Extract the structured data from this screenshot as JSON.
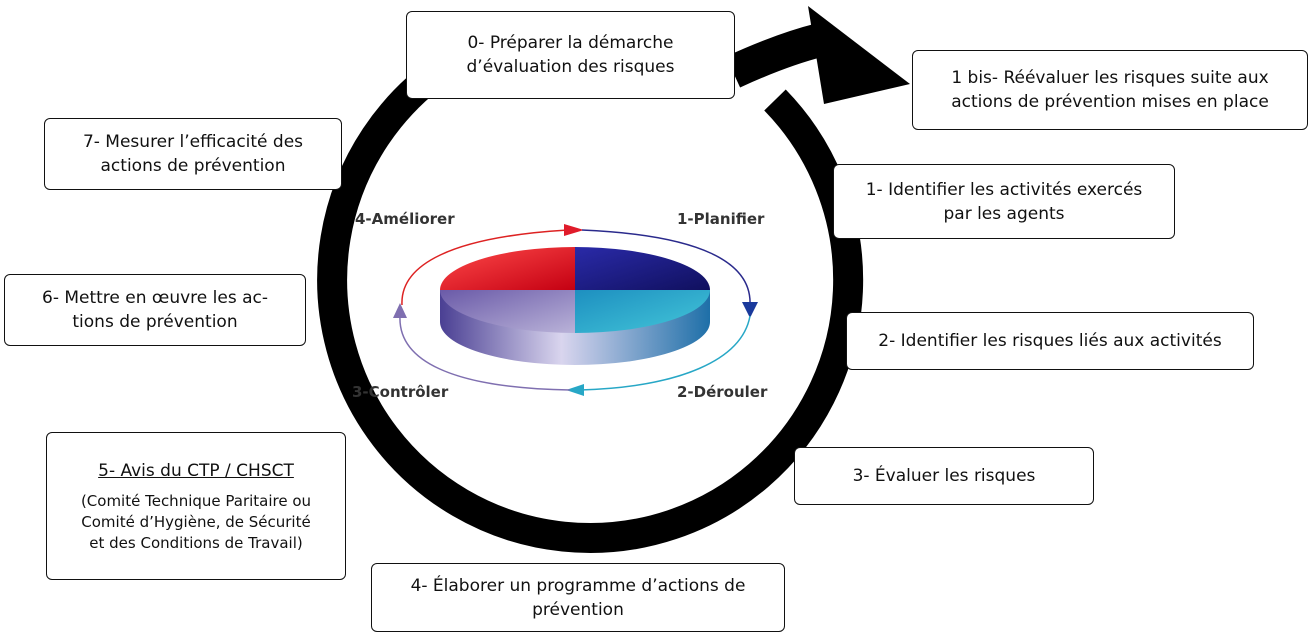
{
  "cycle": {
    "labels": {
      "ameliorer": "4-Améliorer",
      "planifier": "1-Planifier",
      "deroulr": "2-Dérouler",
      "controler": "3-Contrôler"
    },
    "colors": {
      "ring": "#000000",
      "red": "#e01b2a",
      "navy": "#1a1a8c",
      "cyan": "#27a7c6",
      "lavender": "#7f6fb0"
    }
  },
  "steps": {
    "s0": {
      "line1": "0- Préparer la démarche",
      "line2": "d’évaluation des risques"
    },
    "s1bis": {
      "line1": "1 bis- Réévaluer les risques suite aux",
      "line2": "actions de prévention mises en place"
    },
    "s7": {
      "line1": "7- Mesurer l’efficacité des",
      "line2": "actions de prévention"
    },
    "s1": {
      "line1": "1- Identifier les activités exercés",
      "line2": "par les agents"
    },
    "s6": {
      "line1": "6- Mettre en œuvre les ac-",
      "line2": "tions de prévention"
    },
    "s2": {
      "line1": "2- Identifier les risques liés aux activités"
    },
    "s3": {
      "line1": "3- Évaluer les risques"
    },
    "s5": {
      "title": "5- Avis du CTP / CHSCT",
      "line1": "(Comité Technique Paritaire ou",
      "line2": "Comité d’Hygiène, de Sécurité",
      "line3": "et des Conditions de Travail)"
    },
    "s4": {
      "line1": "4- Élaborer un programme d’actions de",
      "line2": "prévention"
    }
  }
}
